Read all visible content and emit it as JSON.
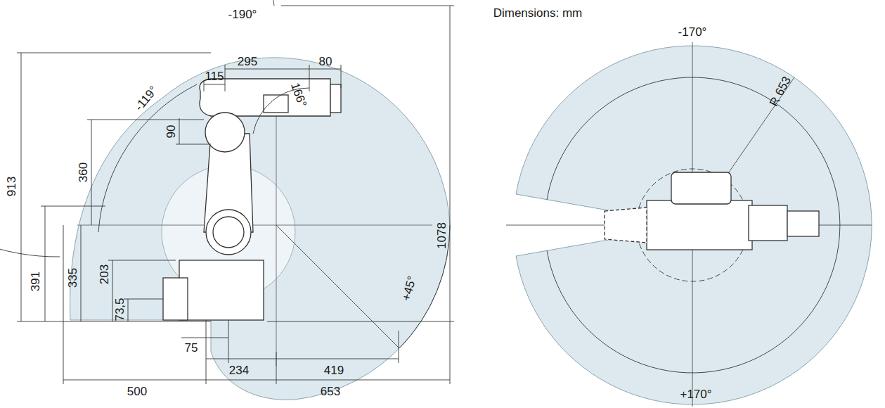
{
  "diagram": {
    "labels": [
      "-190°",
      "295",
      "80",
      "115",
      "166°",
      "-119°",
      "90",
      "913",
      "360",
      "1078",
      "391",
      "335",
      "203",
      "73,5",
      "75",
      "234",
      "419",
      "500",
      "653",
      "+45°",
      "Dimensions: mm",
      "-170°",
      "R 653",
      "+170°"
    ]
  }
}
